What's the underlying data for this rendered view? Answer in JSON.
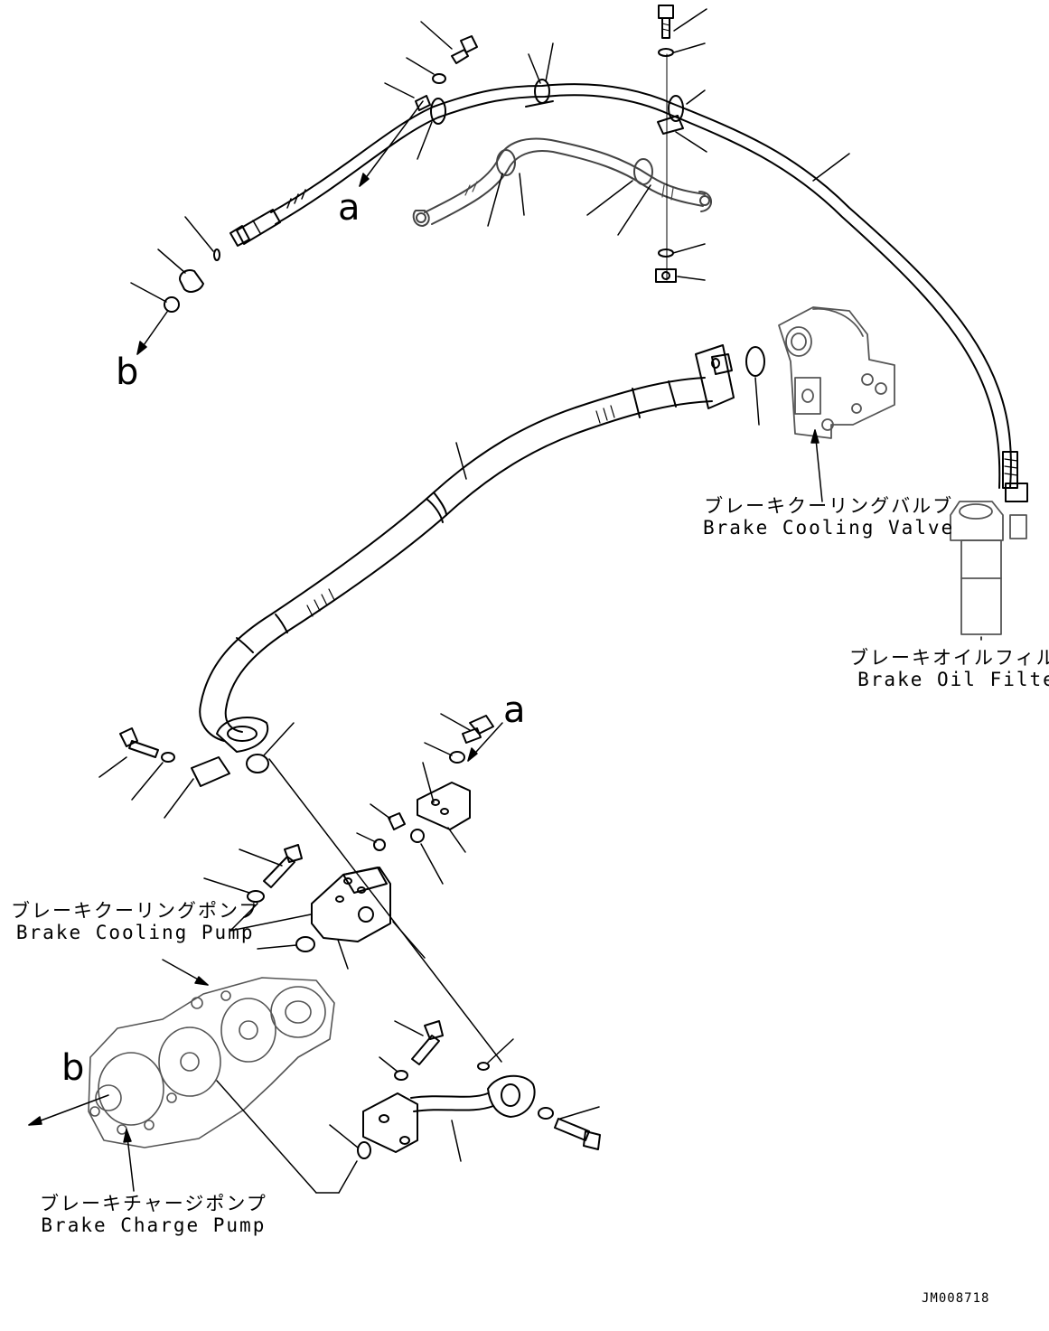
{
  "labels": {
    "brake_cooling_valve": {
      "jp": "ブレーキクーリングバルブ",
      "en": "Brake Cooling Valve"
    },
    "brake_oil_filter": {
      "jp": "ブレーキオイルフィルタ",
      "en": "Brake Oil Filter"
    },
    "brake_cooling_pump": {
      "jp": "ブレーキクーリングポンプ",
      "en": "Brake Cooling Pump"
    },
    "brake_charge_pump": {
      "jp": "ブレーキチャージポンプ",
      "en": "Brake Charge Pump"
    }
  },
  "callouts": {
    "a_top": "a",
    "a_bottom": "a",
    "b_top": "b",
    "b_bottom": "b"
  },
  "document_number": "JM008718",
  "line_color": "#000000"
}
